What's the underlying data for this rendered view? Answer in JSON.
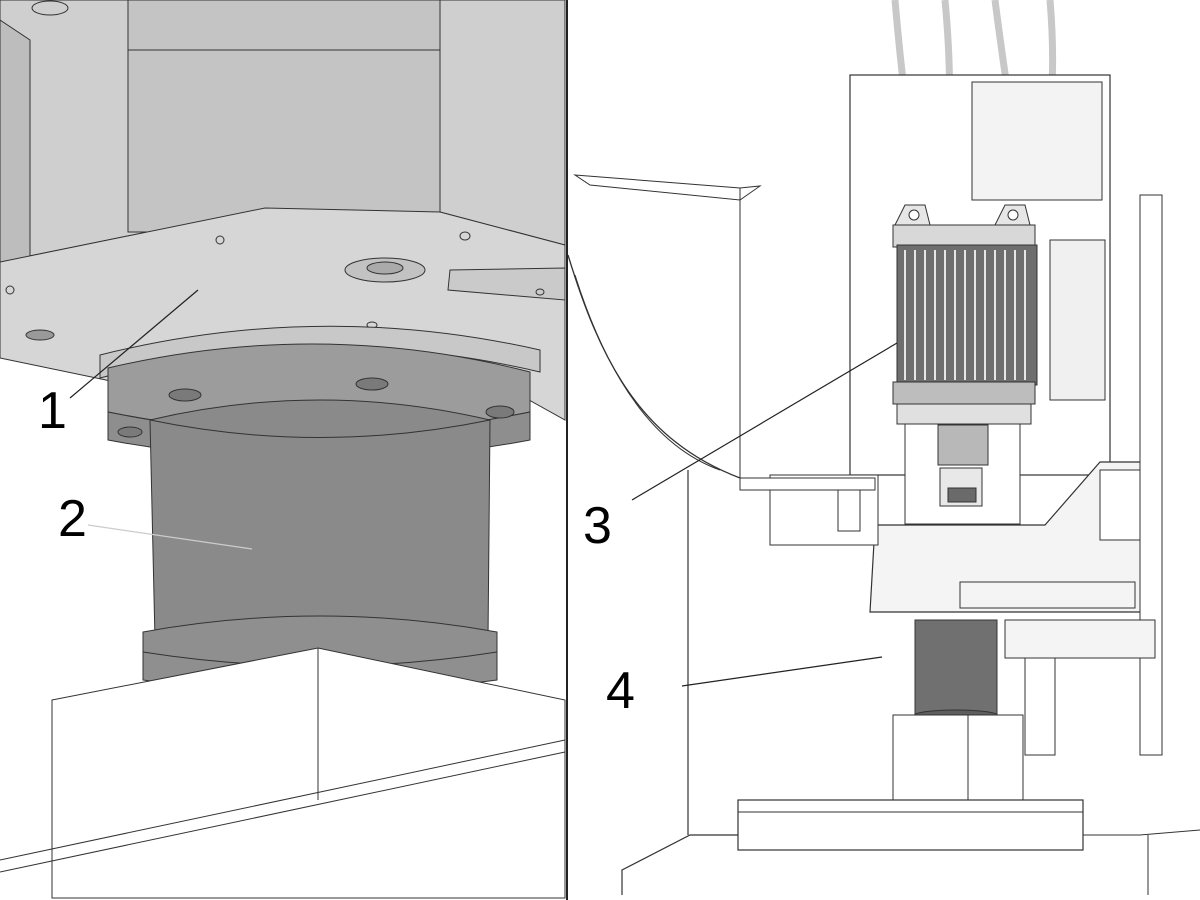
{
  "diagram": {
    "left_panel": {
      "callouts": [
        {
          "id": "1",
          "label": "1"
        },
        {
          "id": "2",
          "label": "2"
        }
      ]
    },
    "right_panel": {
      "callouts": [
        {
          "id": "3",
          "label": "3"
        },
        {
          "id": "4",
          "label": "4"
        }
      ]
    },
    "colors": {
      "background": "#ffffff",
      "light_gray": "#d6d6d6",
      "mid_gray": "#b4b4b4",
      "dark_gray": "#8a8a8a",
      "outline": "#333333",
      "cable": "#c8c8c8"
    }
  }
}
